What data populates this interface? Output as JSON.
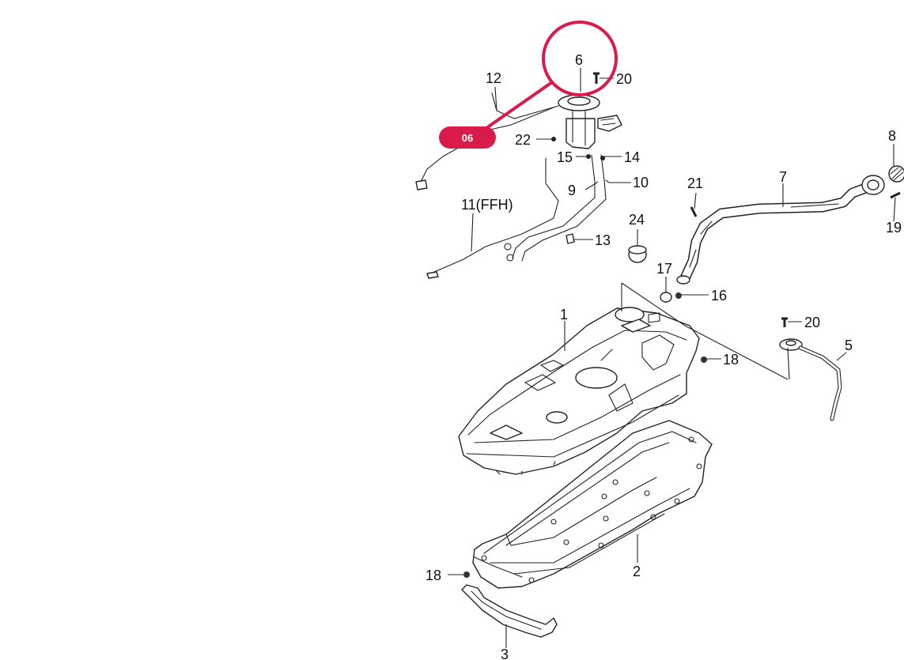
{
  "callouts": [
    {
      "id": "c1",
      "text": "1"
    },
    {
      "id": "c2",
      "text": "2"
    },
    {
      "id": "c3",
      "text": "3"
    },
    {
      "id": "c5",
      "text": "5"
    },
    {
      "id": "c6",
      "text": "6"
    },
    {
      "id": "c7",
      "text": "7"
    },
    {
      "id": "c8",
      "text": "8"
    },
    {
      "id": "c9",
      "text": "9"
    },
    {
      "id": "c10",
      "text": "10"
    },
    {
      "id": "c11",
      "text": "11(FFH)"
    },
    {
      "id": "c12",
      "text": "12"
    },
    {
      "id": "c13",
      "text": "13"
    },
    {
      "id": "c14",
      "text": "14"
    },
    {
      "id": "c15",
      "text": "15"
    },
    {
      "id": "c16",
      "text": "16"
    },
    {
      "id": "c17",
      "text": "17"
    },
    {
      "id": "c18a",
      "text": "18"
    },
    {
      "id": "c18b",
      "text": "18"
    },
    {
      "id": "c19",
      "text": "19"
    },
    {
      "id": "c20a",
      "text": "20"
    },
    {
      "id": "c20b",
      "text": "20"
    },
    {
      "id": "c21",
      "text": "21"
    },
    {
      "id": "c22",
      "text": "22"
    },
    {
      "id": "c24",
      "text": "24"
    }
  ],
  "highlight": {
    "badge_label": "06",
    "accent_color": "#d81b4a",
    "target_callout": "6"
  }
}
